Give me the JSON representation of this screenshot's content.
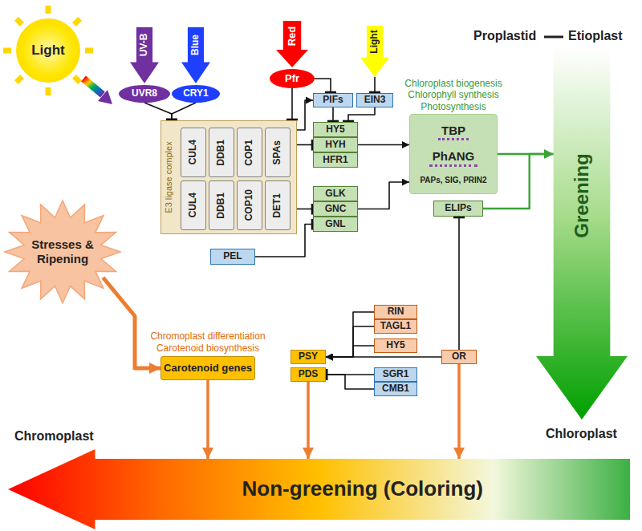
{
  "diagram": {
    "nodes": [
      {
        "text": [
          "Light"
        ]
      },
      {
        "text": [
          "UV-B"
        ]
      },
      {
        "text": [
          "Blue"
        ]
      },
      {
        "text": [
          "Red"
        ]
      },
      {
        "text": [
          "Light"
        ]
      },
      {
        "text": [
          "UVR8"
        ]
      },
      {
        "text": [
          "CRY1"
        ]
      },
      {
        "text": [
          "Pfr"
        ]
      },
      {
        "text": [
          "PIFs"
        ]
      },
      {
        "text": [
          "EIN3"
        ]
      },
      {
        "text": [
          "E3 ligase complex"
        ]
      },
      {
        "text": [
          "CUL4"
        ],
        "in": 10
      },
      {
        "text": [
          "DDB1"
        ],
        "in": 10
      },
      {
        "text": [
          "COP1"
        ],
        "in": 10
      },
      {
        "text": [
          "SPAs"
        ],
        "in": 10
      },
      {
        "text": [
          "CUL4"
        ],
        "in": 10
      },
      {
        "text": [
          "DDB1"
        ],
        "in": 10
      },
      {
        "text": [
          "COP10"
        ],
        "in": 10
      },
      {
        "text": [
          "DET1"
        ],
        "in": 10
      },
      {
        "text": [
          "HY5"
        ]
      },
      {
        "text": [
          "HYH"
        ]
      },
      {
        "text": [
          "HFR1"
        ]
      },
      {
        "text": [
          "GLK"
        ]
      },
      {
        "text": [
          "GNC"
        ]
      },
      {
        "text": [
          "GNL"
        ]
      },
      {
        "text": [
          "PEL"
        ]
      },
      {
        "text": [
          "Chloroplast biogenesis Chlorophyll synthesis Photosynthesis",
          "TBP",
          "PhANG",
          "PAPs, SIG, PRIN2"
        ]
      },
      {
        "text": [
          "ELIPs"
        ]
      },
      {
        "text": [
          "Greening"
        ]
      },
      {
        "text": [
          "Stresses & Ripening"
        ]
      },
      {
        "text": [
          "Chromoplast differentiation Carotenoid biosynthesis",
          "Carotenoid genes"
        ]
      },
      {
        "text": [
          "PSY"
        ]
      },
      {
        "text": [
          "PDS"
        ]
      },
      {
        "text": [
          "RIN"
        ]
      },
      {
        "text": [
          "TAGL1"
        ]
      },
      {
        "text": [
          "HY5"
        ]
      },
      {
        "text": [
          "SGR1"
        ]
      },
      {
        "text": [
          "CMB1"
        ]
      },
      {
        "text": [
          "OR"
        ]
      },
      {
        "text": [
          "Non-greening (Coloring)"
        ]
      }
    ],
    "edges": [
      {
        "from": 5,
        "to": 10,
        "arrow": "to"
      },
      {
        "from": 6,
        "to": 10,
        "arrow": "to"
      },
      {
        "from": 7,
        "to": 10,
        "arrow": "to"
      },
      {
        "from": 7,
        "to": 8,
        "arrow": "to"
      },
      {
        "from": 4,
        "to": 9,
        "arrow": "to"
      },
      {
        "from": 10,
        "to": 8,
        "arrow": "to"
      },
      {
        "from": 8,
        "to": 19,
        "arrow": "to"
      },
      {
        "from": 9,
        "to": 19,
        "arrow": "to"
      },
      {
        "from": 10,
        "to": 20,
        "arrow": "to"
      },
      {
        "from": 10,
        "to": 23,
        "arrow": "to"
      },
      {
        "from": 25,
        "to": 24,
        "arrow": "to"
      },
      {
        "from": 20,
        "to": 26,
        "arrow": "to"
      },
      {
        "from": 23,
        "to": 26,
        "arrow": "to"
      },
      {
        "from": 26,
        "to": 28,
        "arrow": "to"
      },
      {
        "from": 27,
        "to": 28,
        "arrow": "to"
      },
      {
        "from": 38,
        "to": 27,
        "arrow": "to"
      },
      {
        "from": 33,
        "to": 31,
        "arrow": "to"
      },
      {
        "from": 34,
        "to": 31,
        "arrow": "to"
      },
      {
        "from": 35,
        "to": 31,
        "arrow": "to"
      },
      {
        "from": 38,
        "to": 31,
        "arrow": "to"
      },
      {
        "from": 36,
        "to": 32,
        "arrow": "to"
      },
      {
        "from": 37,
        "to": 32,
        "arrow": "to"
      },
      {
        "from": 29,
        "to": 30,
        "arrow": "to"
      },
      {
        "from": 30,
        "to": 39,
        "arrow": "to"
      },
      {
        "from": 32,
        "to": 39,
        "arrow": "to"
      },
      {
        "from": 38,
        "to": 39,
        "arrow": "to"
      }
    ],
    "labels": [
      "Proplastid",
      "Etioplast",
      "Chloroplast",
      "Chromoplast"
    ]
  }
}
